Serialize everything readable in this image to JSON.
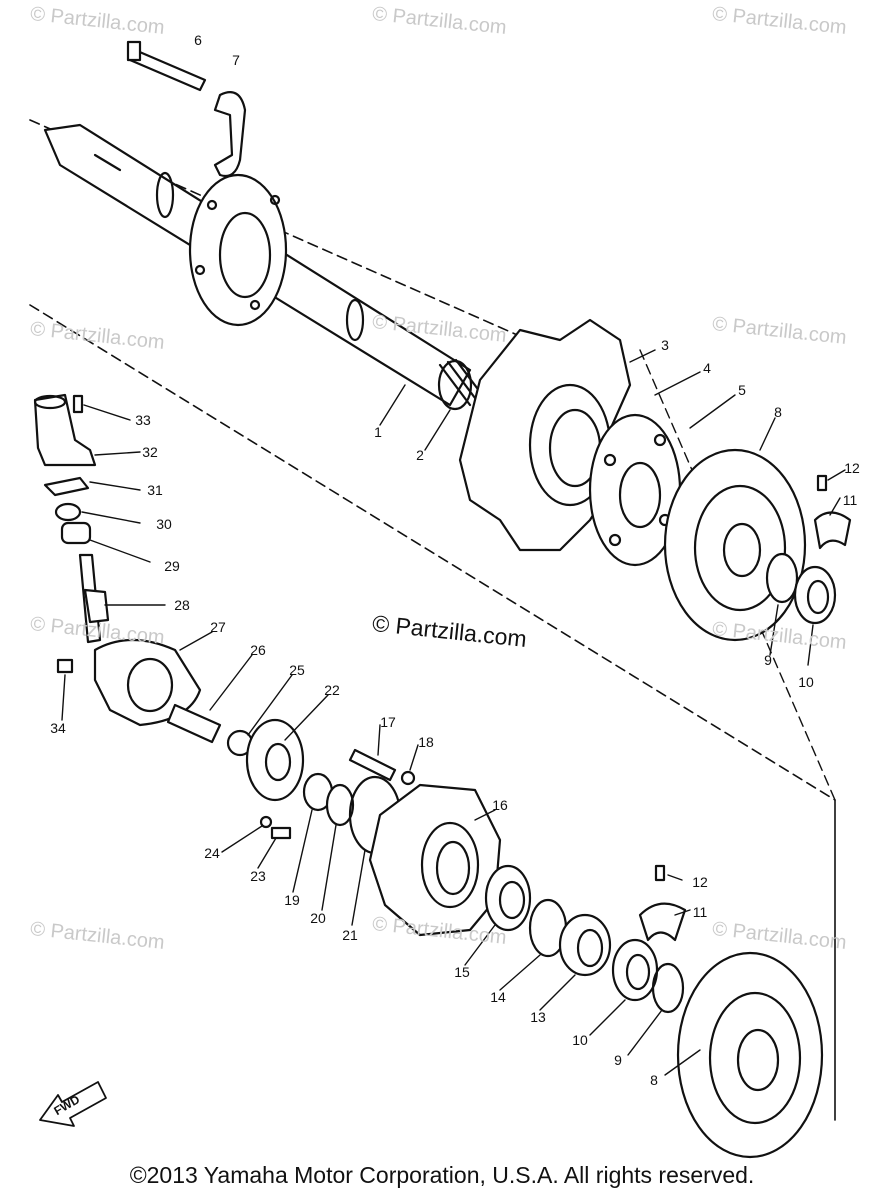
{
  "watermark": "© Partzilla.com",
  "center_watermark": "© Partzilla.com",
  "copyright": "©2013 Yamaha Motor Corporation, U.S.A. All rights reserved.",
  "front_arrow_label": "FWD",
  "labels": {
    "p1": "1",
    "p2": "2",
    "p3": "3",
    "p4": "4",
    "p5": "5",
    "p6": "6",
    "p7": "7",
    "p8a": "8",
    "p8b": "8",
    "p9a": "9",
    "p9b": "9",
    "p10a": "10",
    "p10b": "10",
    "p11a": "11",
    "p11b": "11",
    "p12a": "12",
    "p12b": "12",
    "p13": "13",
    "p14": "14",
    "p15": "15",
    "p16": "16",
    "p17": "17",
    "p18": "18",
    "p19": "19",
    "p20": "20",
    "p21": "21",
    "p22": "22",
    "p23": "23",
    "p24": "24",
    "p25": "25",
    "p26": "26",
    "p27": "27",
    "p28": "28",
    "p29": "29",
    "p30": "30",
    "p31": "31",
    "p32": "32",
    "p33": "33",
    "p34": "34"
  }
}
